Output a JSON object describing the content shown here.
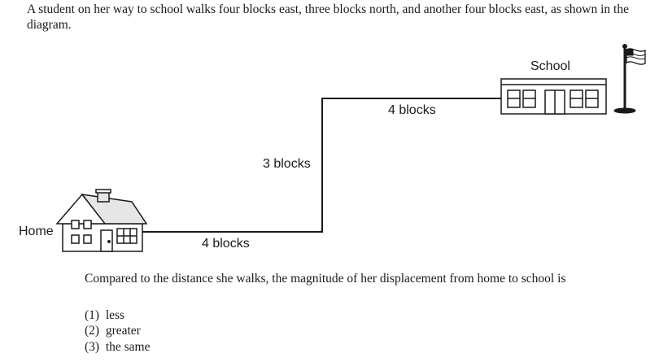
{
  "intro_text": "A student on her way to school walks four blocks east, three blocks north, and another four blocks east, as shown in the diagram.",
  "diagram": {
    "home_label": "Home",
    "school_label": "School",
    "segment_labels": {
      "east_first": "4 blocks",
      "north": "3 blocks",
      "east_second": "4 blocks"
    }
  },
  "question": {
    "stem": "Compared to the distance she walks, the magnitude of her displacement from home to school is",
    "options": [
      {
        "number": "(1)",
        "text": "less"
      },
      {
        "number": "(2)",
        "text": "greater"
      },
      {
        "number": "(3)",
        "text": "the same"
      }
    ]
  }
}
